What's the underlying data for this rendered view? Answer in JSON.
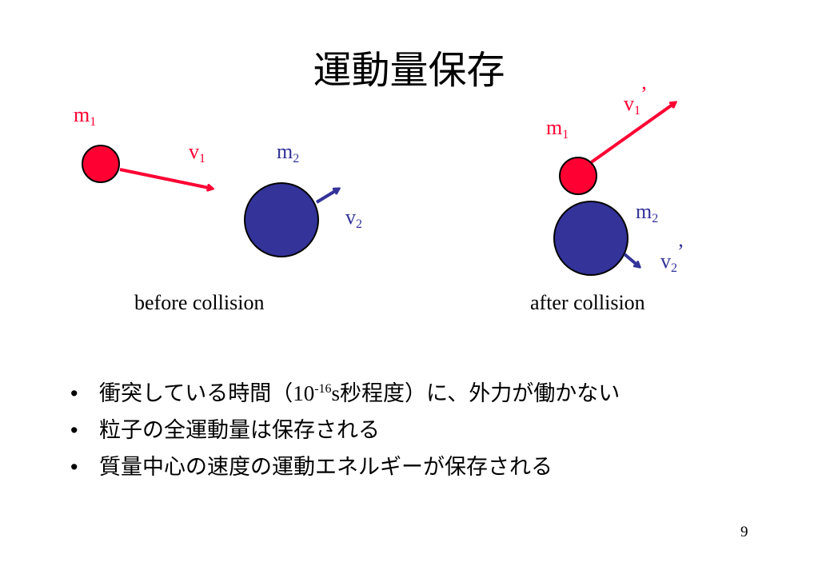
{
  "title": "運動量保存",
  "colors": {
    "red": "#ff0033",
    "blue": "#333399",
    "text": "#000000"
  },
  "before": {
    "caption": "before collision",
    "m1": {
      "base": "m",
      "sub": "1"
    },
    "v1": {
      "base": "v",
      "sub": "1"
    },
    "m2": {
      "base": "m",
      "sub": "2"
    },
    "v2": {
      "base": "v",
      "sub": "2"
    }
  },
  "after": {
    "caption": "after collision",
    "m1": {
      "base": "m",
      "sub": "1"
    },
    "v1": {
      "base": "v",
      "sub": "1",
      "prime": "’"
    },
    "m2": {
      "base": "m",
      "sub": "2"
    },
    "v2": {
      "base": "v",
      "sub": "2",
      "prime": "’"
    }
  },
  "bullets": [
    {
      "pre": "衝突している時間（",
      "num": "10",
      "exp": "-16",
      "unit": "s",
      "post": "秒程度）に、外力が働かない"
    },
    {
      "text": "粒子の全運動量は保存される"
    },
    {
      "text": "質量中心の速度の運動エネルギーが保存される"
    }
  ],
  "bullet_char": "•",
  "page_number": "9"
}
